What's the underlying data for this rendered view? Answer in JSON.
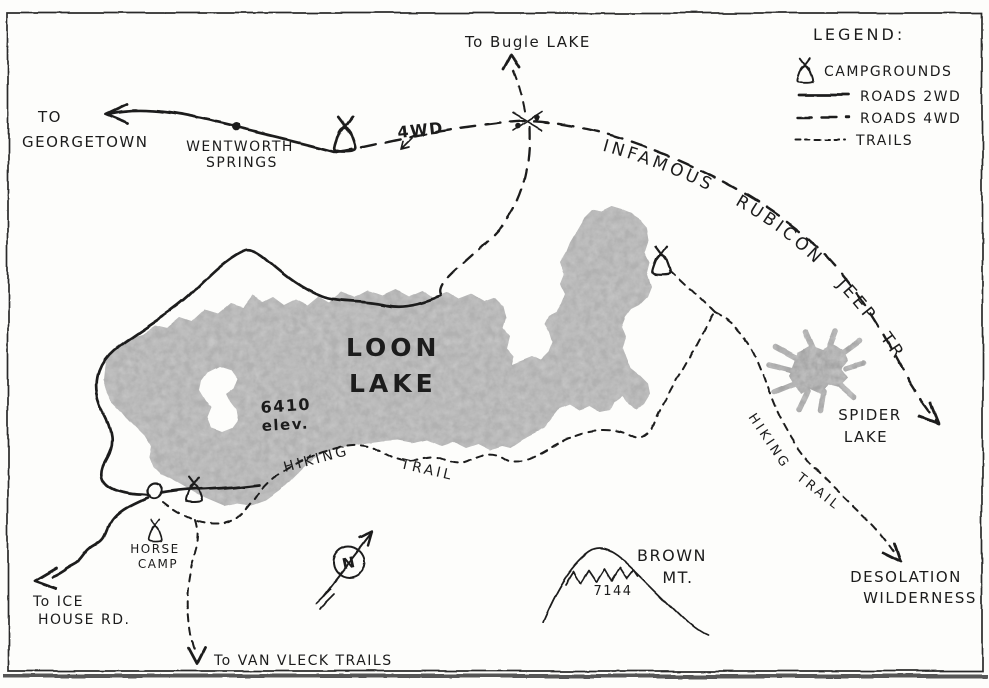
{
  "legend": {
    "title": "LEGEND:",
    "items": [
      {
        "symbol": "campground-tent-icon",
        "label": "CAMPGROUNDS"
      },
      {
        "symbol": "solid-line",
        "label": "ROADS 2WD"
      },
      {
        "symbol": "long-dash-line",
        "label": "ROADS 4WD"
      },
      {
        "symbol": "short-dash-line",
        "label": "TRAILS"
      }
    ]
  },
  "places": {
    "georgetown": {
      "line1": "TO",
      "line2": "GEORGETOWN"
    },
    "wentworth_springs": {
      "line1": "WENTWORTH",
      "line2": "SPRINGS"
    },
    "bugle_lake": "To Bugle LAKE",
    "road_4wd_label": "4WD",
    "rubicon_trail": "INFAMOUS   RUBICON   JEEP  TR.",
    "loon_lake": {
      "line1": "LOON",
      "line2": "LAKE",
      "elevation": "6410",
      "elevation_unit": "elev."
    },
    "spider_lake": {
      "line1": "SPIDER",
      "line2": "LAKE"
    },
    "hiking_trail_south": {
      "word1": "HIKING",
      "word2": "TRAIL"
    },
    "hiking_trail_east": {
      "word1": "HIKING",
      "word2": "TRAIL"
    },
    "horse_camp": {
      "line1": "HORSE",
      "line2": "CAMP"
    },
    "ice_house": {
      "line1": "To ICE",
      "line2": "HOUSE RD."
    },
    "brown_mt": {
      "line1": "BROWN",
      "line2": "MT.",
      "elevation": "7144"
    },
    "desolation": {
      "line1": "DESOLATION",
      "line2": "WILDERNESS"
    },
    "van_vleck": "To VAN VLECK TRAILS",
    "compass": "N"
  },
  "colors": {
    "ink": "#1f1f1f",
    "lake_fill": "#b1b1b1",
    "spider_fill": "#a4a4a4",
    "paper": "#fdfdfb",
    "border": "#2b2b2b"
  }
}
